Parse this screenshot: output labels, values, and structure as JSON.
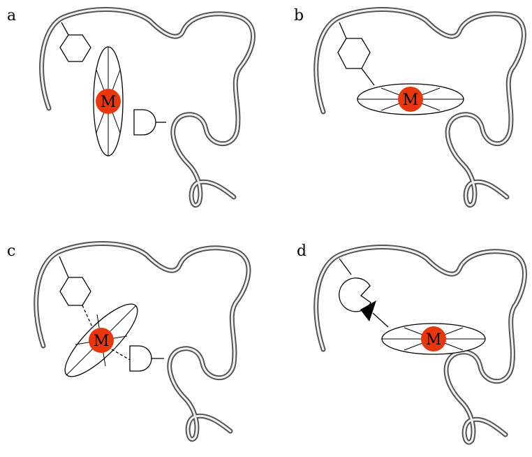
{
  "panels": [
    {
      "id": "a",
      "label": "a",
      "metal_label": "M"
    },
    {
      "id": "b",
      "label": "b",
      "metal_label": "M"
    },
    {
      "id": "c",
      "label": "c",
      "metal_label": "M"
    },
    {
      "id": "d",
      "label": "d",
      "metal_label": "M"
    }
  ],
  "colors": {
    "metal": "#e8360e",
    "backbone_outer": "#555555",
    "backbone_inner": "#f2f2f2",
    "line": "#000000"
  }
}
